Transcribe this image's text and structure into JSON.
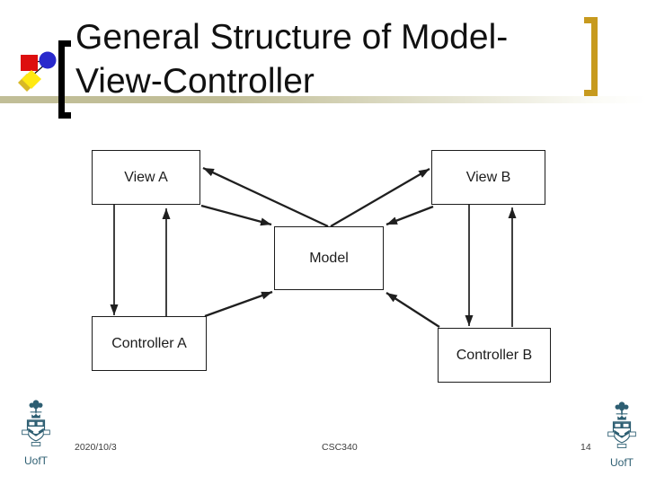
{
  "header": {
    "title_line1": "General Structure of Model-",
    "title_line2": "View-Controller"
  },
  "diagram": {
    "nodes": {
      "view_a": "View A",
      "view_b": "View B",
      "model": "Model",
      "controller_a": "Controller A",
      "controller_b": "Controller B"
    },
    "edges": [
      {
        "from": "Model",
        "to": "View A"
      },
      {
        "from": "View A",
        "to": "Model"
      },
      {
        "from": "Model",
        "to": "View B"
      },
      {
        "from": "View B",
        "to": "Model"
      },
      {
        "from": "View A",
        "to": "Controller A"
      },
      {
        "from": "Controller A",
        "to": "View A"
      },
      {
        "from": "Controller A",
        "to": "Model"
      },
      {
        "from": "View B",
        "to": "Controller B"
      },
      {
        "from": "Controller B",
        "to": "View B"
      },
      {
        "from": "Controller B",
        "to": "Model"
      }
    ]
  },
  "footer": {
    "date": "2020/10/3",
    "course_code": "CSC340",
    "page_number": "14",
    "logo_caption": "UofT"
  },
  "colors": {
    "accent_gold": "#c79a1e",
    "band_tan": "#c1be97",
    "crest_teal": "#2d5e72",
    "logo_red": "#dd0f0f",
    "logo_blue": "#2929cc",
    "logo_yellow": "#ffe912"
  }
}
